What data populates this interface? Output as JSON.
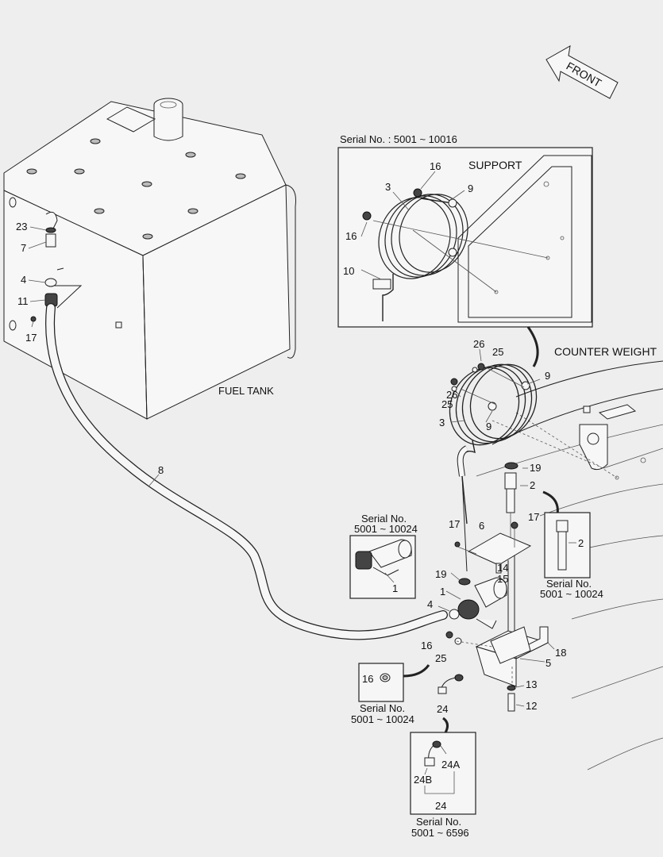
{
  "labels": {
    "front": "FRONT",
    "fuel_tank": "FUEL TANK",
    "support": "SUPPORT",
    "counter_weight": "COUNTER WEIGHT",
    "serial_support": "Serial No. : 5001 ~ 10016",
    "serial_no": "Serial No.",
    "serial_range_a": "5001 ~ 10024",
    "serial_range_b": "5001 ~ 6596"
  },
  "parts": {
    "p1": "1",
    "p2": "2",
    "p3": "3",
    "p4": "4",
    "p5": "5",
    "p6": "6",
    "p7": "7",
    "p8": "8",
    "p9": "9",
    "p10": "10",
    "p11": "11",
    "p12": "12",
    "p13": "13",
    "p14": "14",
    "p15": "15",
    "p16": "16",
    "p17": "17",
    "p18": "18",
    "p19": "19",
    "p23": "23",
    "p24": "24",
    "p24a": "24A",
    "p24b": "24B",
    "p25": "25",
    "p26": "26"
  }
}
